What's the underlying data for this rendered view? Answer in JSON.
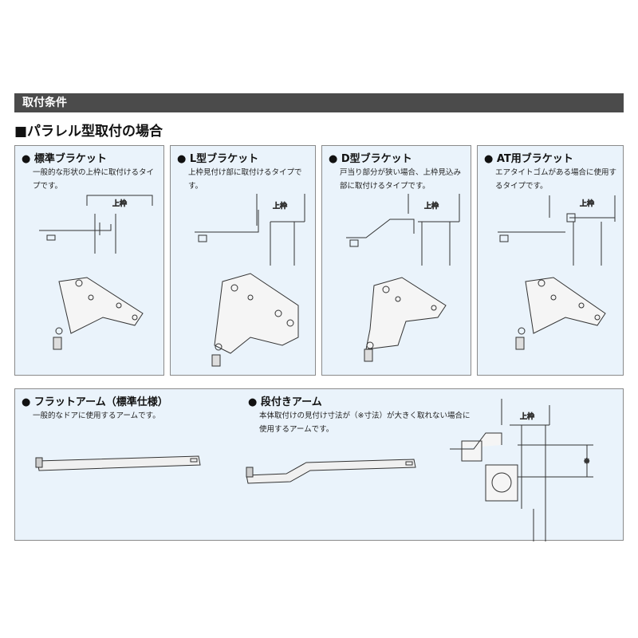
{
  "section_header": "取付条件",
  "section_title": "■パラレル型取付の場合",
  "frame_label": "上枠",
  "dimension_mark": "※",
  "brackets": [
    {
      "title": "● 標準ブラケット",
      "desc": "一般的な形状の上枠に取付けるタイプです。"
    },
    {
      "title": "● L型ブラケット",
      "desc": "上枠見付け部に取付けるタイプです。"
    },
    {
      "title": "● D型ブラケット",
      "desc": "戸当り部分が狭い場合、上枠見込み部に取付けるタイプです。"
    },
    {
      "title": "● AT用ブラケット",
      "desc": "エアタイトゴムがある場合に使用するタイプです。"
    }
  ],
  "arms": [
    {
      "title": "● フラットアーム（標準仕様）",
      "desc": "一般的なドアに使用するアームです。"
    },
    {
      "title": "● 段付きアーム",
      "desc": "本体取付けの見付け寸法が（※寸法）が大きく取れない場合に使用するアームです。"
    }
  ]
}
